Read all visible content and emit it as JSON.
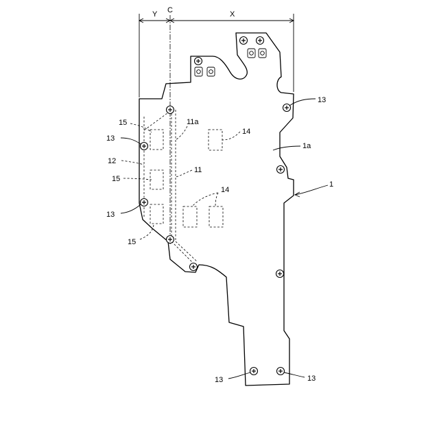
{
  "labels": {
    "y": "Y",
    "c": "C",
    "x": "X",
    "ref_1": "1",
    "ref_1a": "1a",
    "ref_11": "11",
    "ref_11a": "11a",
    "ref_12": "12",
    "ref_13": "13",
    "ref_14": "14",
    "ref_15": "15"
  }
}
